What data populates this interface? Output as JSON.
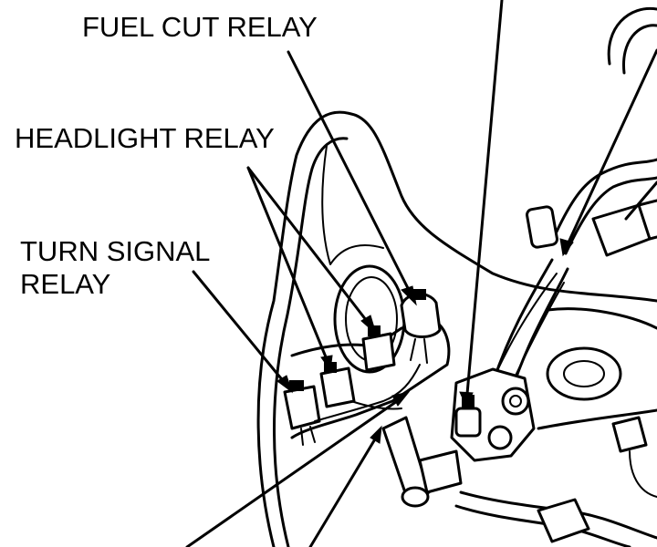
{
  "labels": {
    "fuel_cut_relay": "FUEL CUT RELAY",
    "headlight_relay": "HEADLIGHT RELAY",
    "turn_signal_line1": "TURN SIGNAL",
    "turn_signal_line2": "RELAY"
  },
  "colors": {
    "ink": "#000000",
    "paper": "#ffffff"
  }
}
